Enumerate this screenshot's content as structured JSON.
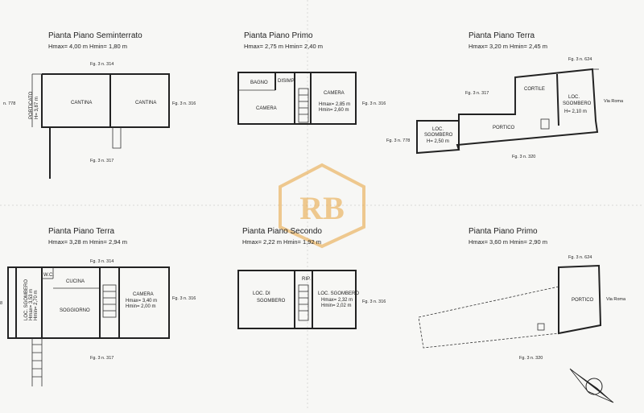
{
  "colors": {
    "ink": "#222222",
    "paper": "#f7f7f5",
    "watermark": "#e8a23a"
  },
  "watermark": {
    "text": "RB"
  },
  "plans": [
    {
      "title": "Pianta Piano Seminterrato",
      "heights": "Hmax= 4,00 m   Hmin= 1,80 m",
      "rooms": {
        "r1": "CANTINA",
        "r2": "CANTINA",
        "r3": "PORTICATO",
        "r4": "H= 3,87 m"
      },
      "refs": {
        "top": "Fg. 3 n. 314",
        "right": "Fg. 3 n. 316",
        "bottom": "Fg. 3 n. 317",
        "left": "n. 778"
      }
    },
    {
      "title": "Pianta Piano Primo",
      "heights": "Hmax= 2,75 m   Hmin= 2,40 m",
      "rooms": {
        "r1": "BAGNO",
        "r2": "DISIMP.",
        "r3": "CAMERA",
        "r4": "CAMERA",
        "r5": "Hmax= 2,85 m",
        "r6": "Hmin= 2,60 m"
      },
      "refs": {
        "right": "Fg. 3 n. 316"
      }
    },
    {
      "title": "Pianta Piano Terra",
      "heights": "Hmax= 3,20 m   Hmin= 2,45 m",
      "rooms": {
        "r1": "CORTILE",
        "r2": "LOC.",
        "r3": "SGOMBERO",
        "r4": "H= 2,10 m",
        "r5": "PORTICO",
        "r6": "LOC.",
        "r7": "SGOMBERO",
        "r8": "H= 2,50 m"
      },
      "refs": {
        "top": "Fg. 3 n. 624",
        "topleft": "Fg. 3 n. 317",
        "right": "Via Roma",
        "left": "Fg. 3 n. 778",
        "bottom": "Fg. 3 n. 320"
      }
    },
    {
      "title": "Pianta Piano Terra",
      "heights": "Hmax= 3,28 m   Hmin= 2,94 m",
      "rooms": {
        "r1": "W.C.",
        "r2": "CUCINA",
        "r3": "SOGGIORNO",
        "r4": "CAMERA",
        "r5": "Hmax= 3,40 m",
        "r6": "Hmin= 2,00 m",
        "r7": "LOC. SGOMBERO",
        "r8": "Hmax= 3,53 m",
        "r9": "Hmin= 2,70 m"
      },
      "refs": {
        "top": "Fg. 3 n. 314",
        "right": "Fg. 3 n. 316",
        "bottom": "Fg. 3 n. 317",
        "left": "8"
      }
    },
    {
      "title": "Pianta Piano Secondo",
      "heights": "Hmax= 2,22 m   Hmin= 1,92 m",
      "rooms": {
        "r1": "LOC. DI",
        "r2": "SGOMBERO",
        "r3": "RIP.",
        "r4": "LOC. SGOMBERO",
        "r5": "Hmax= 2,32 m",
        "r6": "Hmin= 2,02 m"
      },
      "refs": {
        "right": "Fg. 3 n. 316"
      }
    },
    {
      "title": "Pianta Piano Primo",
      "heights": "Hmax= 3,60 m   Hmin= 2,90 m",
      "rooms": {
        "r1": "PORTICO"
      },
      "refs": {
        "top": "Fg. 3 n. 624",
        "right": "Via Roma",
        "bottom": "Fg. 3 n. 320"
      }
    }
  ]
}
